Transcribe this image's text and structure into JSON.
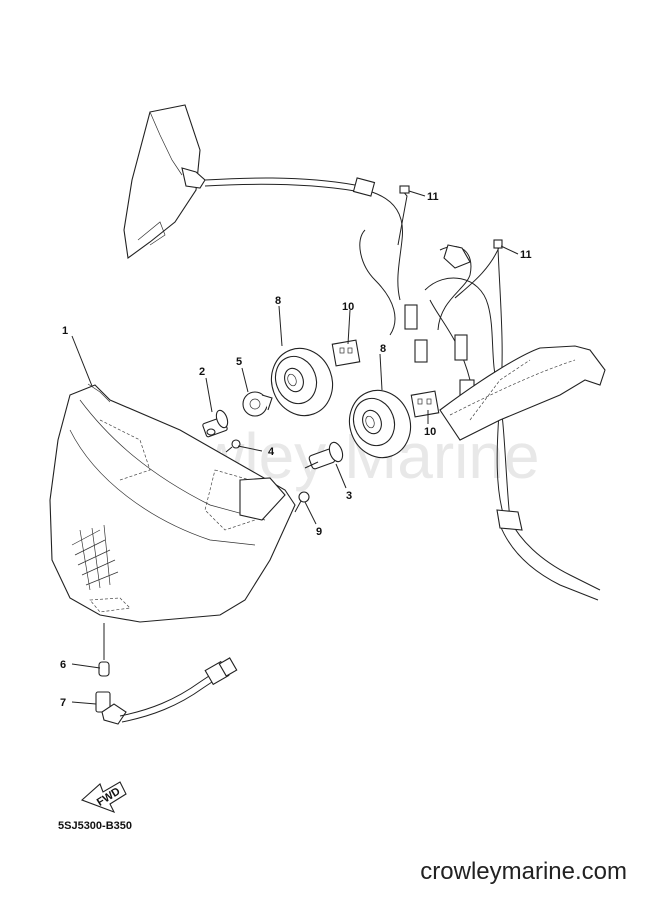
{
  "diagram": {
    "watermark": "Crowley Marine",
    "code": "5SJ5300-B350",
    "fwd_label": "FWD",
    "callouts": [
      {
        "id": "1",
        "label": "1"
      },
      {
        "id": "2",
        "label": "2"
      },
      {
        "id": "3",
        "label": "3"
      },
      {
        "id": "4",
        "label": "4"
      },
      {
        "id": "5",
        "label": "5"
      },
      {
        "id": "6",
        "label": "6"
      },
      {
        "id": "7",
        "label": "7"
      },
      {
        "id": "8a",
        "label": "8"
      },
      {
        "id": "8b",
        "label": "8"
      },
      {
        "id": "9",
        "label": "9"
      },
      {
        "id": "10a",
        "label": "10"
      },
      {
        "id": "10b",
        "label": "10"
      },
      {
        "id": "11a",
        "label": "11"
      },
      {
        "id": "11b",
        "label": "11"
      }
    ]
  },
  "footer": {
    "site": "crowleymarine.com"
  }
}
